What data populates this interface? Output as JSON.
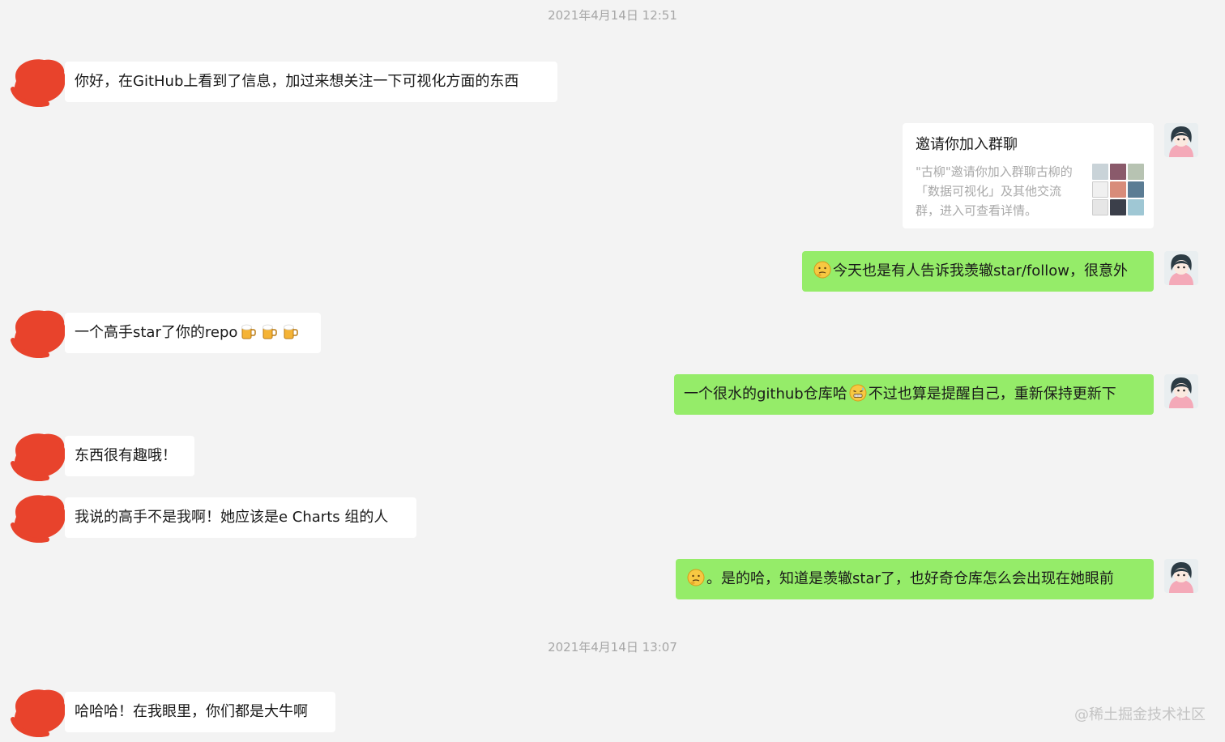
{
  "timestamps": [
    "2021年4月14日 12:51",
    "2021年4月14日 13:07"
  ],
  "messages": {
    "m1": "你好，在GitHub上看到了信息，加过来想关注一下可视化方面的东西",
    "invite_title": "邀请你加入群聊",
    "invite_desc": "\"古柳\"邀请你加入群聊古柳的「数据可视化」及其他交流群，进入可查看详情。",
    "m3": "今天也是有人告诉我羡辙star/follow，很意外",
    "m4": "一个高手star了你的repo",
    "m5a": "一个很水的github仓库哈",
    "m5b": "不过也算是提醒自己，重新保持更新下",
    "m6": "东西很有趣哦！",
    "m7": "我说的高手不是我啊！她应该是e Charts 组的人",
    "m8": "。是的哈，知道是羡辙star了，也好奇仓库怎么会出现在她眼前",
    "m9": "哈哈哈！在我眼里，你们都是大牛啊"
  },
  "watermark": "@稀土掘金技术社区",
  "colors": {
    "background": "#f3f3f3",
    "incoming_bubble": "#ffffff",
    "outgoing_bubble": "#95ec69",
    "redaction": "#e8432c"
  },
  "icons": {
    "thinking": "thinking-face-icon",
    "beer": "beer-mug-icon",
    "sweat": "grimace-face-icon"
  }
}
